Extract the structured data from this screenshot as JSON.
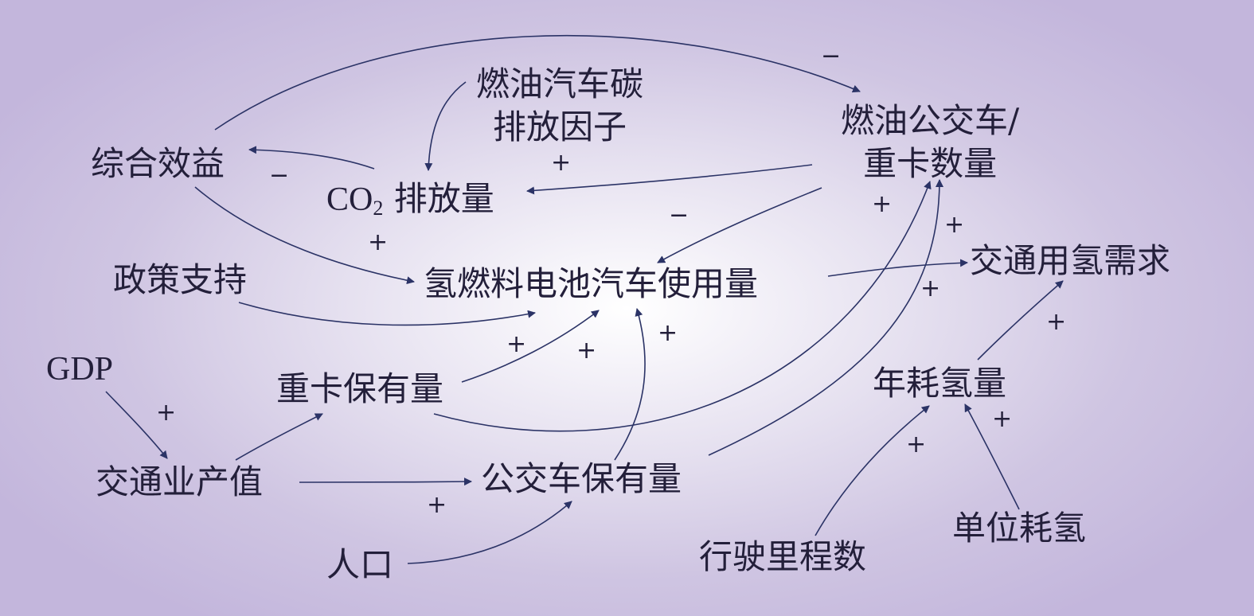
{
  "nodes": {
    "combined_benefit": "综合效益",
    "fuel_car_carbon_factor_line1": "燃油汽车碳",
    "fuel_car_carbon_factor_line2": "排放因子",
    "fuel_bus_truck_count_line1": "燃油公交车/",
    "fuel_bus_truck_count_line2": "重卡数量",
    "co2_prefix": "CO",
    "co2_sub": "2",
    "co2_suffix": " 排放量",
    "policy_support": "政策支持",
    "fcv_usage": "氢燃料电池汽车使用量",
    "transport_hydrogen_demand": "交通用氢需求",
    "gdp": "GDP",
    "truck_stock": "重卡保有量",
    "annual_hydrogen_use": "年耗氢量",
    "transport_output": "交通业产值",
    "bus_stock": "公交车保有量",
    "population": "人口",
    "mileage": "行驶里程数",
    "unit_hydrogen_use": "单位耗氢"
  },
  "polarities": {
    "benefit_to_fuel_count": "−",
    "co2_to_benefit": "−",
    "factor_to_co2": "+",
    "benefit_to_fcv": "+",
    "fuel_count_to_fcv": "−",
    "truck_to_fuel_count": "+",
    "bus_to_fuel_count": "+",
    "fcv_to_demand": "+",
    "policy_to_fcv": "+",
    "truck_to_fcv": "+",
    "bus_to_fcv": "+",
    "annual_to_demand": "+",
    "gdp_to_output": "+",
    "output_to_bus": "+",
    "mileage_to_annual": "+",
    "unit_to_annual": "+"
  },
  "colors": {
    "arrow": "#2b3366",
    "text": "#231f3a"
  }
}
